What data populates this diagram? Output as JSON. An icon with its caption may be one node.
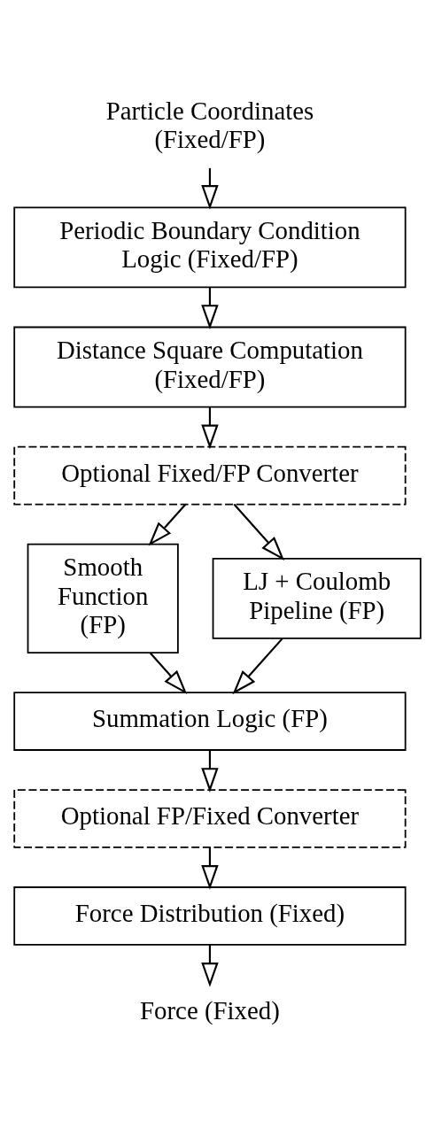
{
  "diagram": {
    "nodes": [
      {
        "text": [
          "Particle Coordinates (Fixed/FP)"
        ]
      },
      {
        "text": [
          "Periodic Boundary Condition Logic (Fixed/FP)"
        ]
      },
      {
        "text": [
          "Distance Square Computation (Fixed/FP)"
        ]
      },
      {
        "text": [
          "Optional Fixed/FP Converter"
        ]
      },
      {
        "text": [
          "Smooth Function (FP)"
        ]
      },
      {
        "text": [
          "LJ + Coulomb Pipeline (FP)"
        ]
      },
      {
        "text": [
          "Summation Logic (FP)"
        ]
      },
      {
        "text": [
          "Optional FP/Fixed Converter"
        ]
      },
      {
        "text": [
          "Force Distribution (Fixed)"
        ]
      },
      {
        "text": [
          "Force (Fixed)"
        ]
      }
    ],
    "edges": [
      {
        "from": 0,
        "to": 1,
        "arrow": "to"
      },
      {
        "from": 1,
        "to": 2,
        "arrow": "to"
      },
      {
        "from": 2,
        "to": 3,
        "arrow": "to"
      },
      {
        "from": 3,
        "to": 4,
        "arrow": "to"
      },
      {
        "from": 3,
        "to": 5,
        "arrow": "to"
      },
      {
        "from": 4,
        "to": 6,
        "arrow": "to"
      },
      {
        "from": 5,
        "to": 6,
        "arrow": "to"
      },
      {
        "from": 6,
        "to": 7,
        "arrow": "to"
      },
      {
        "from": 7,
        "to": 8,
        "arrow": "to"
      },
      {
        "from": 8,
        "to": 9,
        "arrow": "to"
      }
    ]
  }
}
